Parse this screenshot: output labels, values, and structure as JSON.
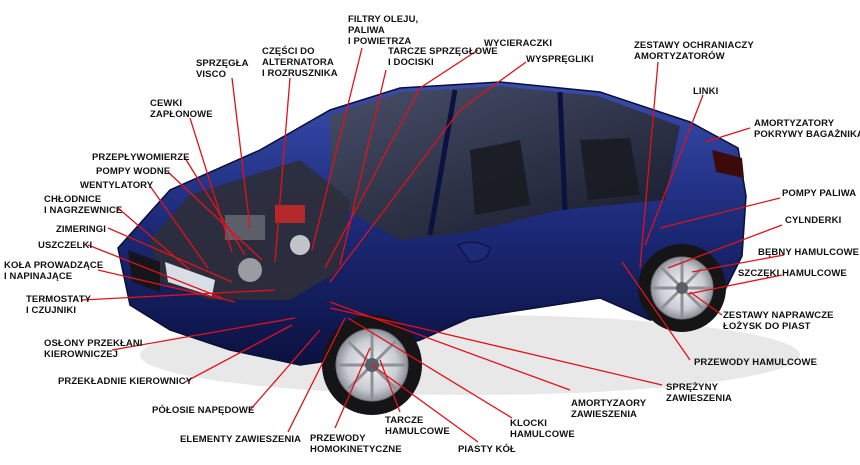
{
  "colors": {
    "leader_line": "#e0121a",
    "car_body": "#1c2a78",
    "car_body_dark": "#0b1140",
    "glass": "#2b2f3a",
    "label_text": "#111111"
  },
  "labels": {
    "filtry": "FILTRY OLEJU,\nPALIWA\nI POWIETRZA",
    "czesci": "CZĘŚCI DO\nALTERNATORA\nI ROZRUSZNIKA",
    "sprzegla_visco": "SPRZĘGŁA\nVISCO",
    "wycieraczki": "WYCIERACZKI",
    "tarcze_sprzeglowe": "TARCZE SPRZĘGŁOWE\nI DOCISKI",
    "wyspregliki": "WYSPRĘGLIKI",
    "zestawy_oslon": "ZESTAWY OCHRANIACZY\nAMORTYZATORÓW",
    "linki": "LINKI",
    "amortyzatory_pokrywy": "AMORTYZATORY\nPOKRYWY BAGAŻNIKA",
    "cewki": "CEWKI\nZAPŁONOWE",
    "przeplywomierze": "PRZEPŁYWOMIERZE",
    "pompy_wodne": "POMPY WODNE",
    "wentylatory": "WENTYLATORY",
    "chlodnice": "CHŁODNICE\nI NAGRZEWNICE",
    "zimeringi": "ZIMERINGI",
    "uszczelki": "USZCZELKI",
    "kola_prowadzace": "KOŁA PROWADZĄCE\nI NAPINAJĄCE",
    "termostaty": "TERMOSTATY\nI CZUJNIKI",
    "oslony": "OSŁONY PRZEKŁANI\nKIEROWNICZEJ",
    "przekladnie": "PRZEKŁADNIE KIEROWNICY",
    "polosie": "PÓŁOSIE NAPĘDOWE",
    "elementy": "ELEMENTY ZAWIESZENIA",
    "przewody_homo": "PRZEWODY\nHOMOKINETYCZNE",
    "tarcze_ham": "TARCZE\nHAMULCOWE",
    "piasty": "PIASTY KÓŁ",
    "klocki": "KLOCKI\nHAMULCOWE",
    "amortyzatory_zaw": "AMORTYZAORY\nZAWIESZENIA",
    "sprezyny": "SPRĘŻYNY\nZAWIESZENIA",
    "pompy_paliwa": "POMPY PALIWA",
    "cylinderki": "CYLNDERKI",
    "bebny": "BĘBNY HAMULCOWE",
    "szczeki": "SZCZĘKI HAMULCOWE",
    "zestawy_naprawcze": "ZESTAWY NAPRAWCZE\nŁOŻYSK DO PIAST",
    "przewody_ham": "PRZEWODY HAMULCOWE"
  }
}
